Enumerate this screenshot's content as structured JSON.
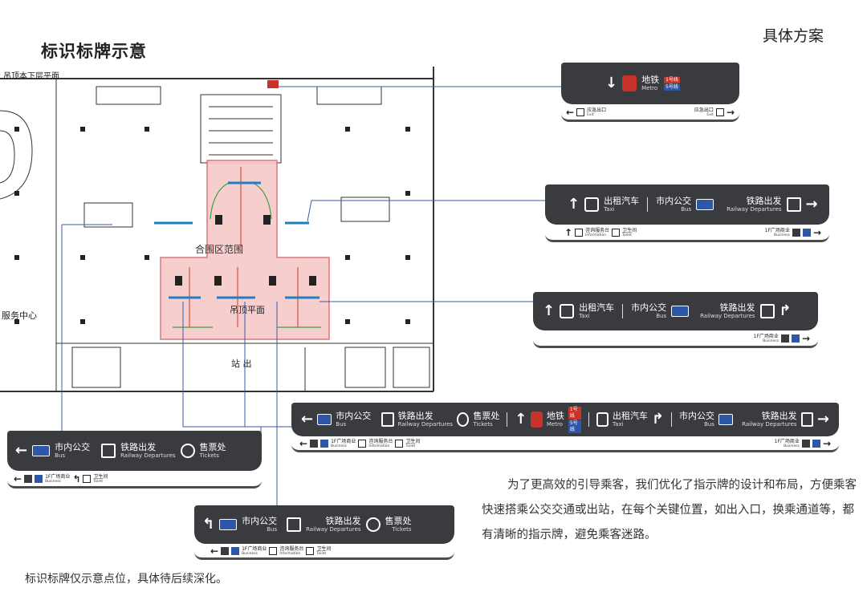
{
  "header": {
    "section": "具体方案",
    "title": "标识标牌示意"
  },
  "footnote": "标识标牌仅示意点位，具体待后续深化。",
  "description": "为了更高效的引导乘客，我们优化了指示牌的设计和布局，方便乘客快速搭乘公交交通或出站，在每个关键位置，如出入口，换乘通道等，都有清晰的指示牌，避免乘客迷路。",
  "plan": {
    "zone_label": "合围区范围",
    "top_label": "吊顶本下层平面",
    "center_label": "吊顶平面",
    "left_label": "服务中心",
    "bottom_label": "站 出"
  },
  "colors": {
    "sign_dark": "#393b3e",
    "bus_blue": "#2f57a8",
    "metro_red": "#c7322b",
    "zone_fill": "#f6c9c9",
    "callout": "#3a5aa8"
  },
  "labels": {
    "metro_cn": "地铁",
    "metro_en": "Metro",
    "line1": "1号线",
    "line5": "5号线",
    "exit_cn": "应急出口",
    "exit_en": "Exit",
    "taxi_cn": "出租汽车",
    "taxi_en": "Taxi",
    "bus_cn": "市内公交",
    "bus_en": "Bus",
    "rail_cn": "铁路出发",
    "rail_en": "Railway Departures",
    "ticket_cn": "售票处",
    "ticket_en": "Tickets",
    "info_cn": "咨询服务台",
    "info_en": "Information",
    "toilet_cn": "卫生间",
    "toilet_en": "Toilet",
    "biz_cn": "1F广场商业",
    "biz_en": "Business"
  },
  "icons": [
    "arrow-down-icon",
    "arrow-up-icon",
    "arrow-left-icon",
    "arrow-right-icon",
    "turn-right-icon",
    "turn-left-icon",
    "metro-icon",
    "taxi-icon",
    "bus-icon",
    "train-icon",
    "ticket-icon",
    "exit-icon",
    "info-icon",
    "toilet-icon",
    "dining-icon",
    "shopping-icon"
  ]
}
